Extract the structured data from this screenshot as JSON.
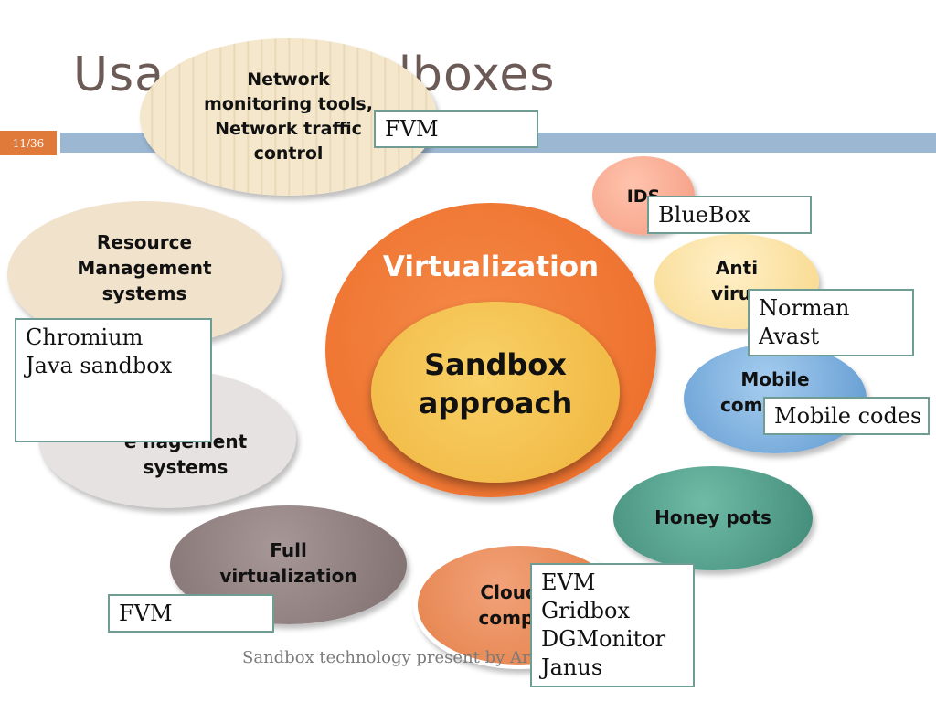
{
  "slide": {
    "title_part1": "Usa",
    "title_part2": "dboxes",
    "number": "11/36",
    "footer": "Sandbox technology present by Arash Karami"
  },
  "center": {
    "outer_label": "Virtualization",
    "inner_label": "Sandbox approach"
  },
  "bubbles": {
    "network": "Network monitoring tools, Network traffic control",
    "resource": "Resource Management systems",
    "software": "e nagement systems",
    "full_virt": "Full virtualization",
    "cloud": "Cloud/ compu",
    "honey": "Honey pots",
    "mobile": "Mobile computing",
    "antivirus": "Anti virus",
    "ids": "IDS"
  },
  "boxes": {
    "fvm_top": "FVM",
    "bluebox": "BlueBox",
    "norman_avast": [
      "Norman",
      "Avast"
    ],
    "mobile_codes": "Mobile  codes",
    "chromium_java": [
      "Chromium",
      "Java sandbox"
    ],
    "fvm_bottom": "FVM",
    "evm_list": [
      "EVM",
      "Gridbox",
      "DGMonitor",
      "Janus"
    ]
  },
  "colors": {
    "band": "#9cb7d2",
    "slide_number_bg": "#e07a3a",
    "virtualization": "#f07232",
    "sandbox": "#f4c148",
    "honey": "#4e9a86",
    "mobile": "#78acdc",
    "cloud": "#e0773a",
    "full_virt": "#8c7c7c",
    "box_border": "#6f9d94"
  }
}
